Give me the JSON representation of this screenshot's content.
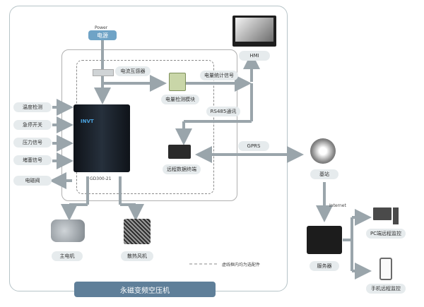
{
  "power": {
    "label_en": "Power",
    "label_cn": "电源"
  },
  "current_transformer": "电流互感器",
  "energy_module": "电量检测模块",
  "energy_signal": "电量统计信号",
  "rs485": "RS485通讯",
  "hmi": "HMI",
  "remote_terminal": "远程数据终端",
  "gprs": "GPRS",
  "base_station": "基站",
  "internet": "Internet",
  "server": "服务器",
  "pc_monitor": "PC端远程监控",
  "phone_monitor": "手机远程监控",
  "inputs": [
    "温度检测",
    "急停开关",
    "压力信号",
    "堵塞信号"
  ],
  "output": "电磁阀",
  "inverter_model": "GD300-21",
  "inverter_brand": "INVT",
  "main_motor": "主电机",
  "cooling_fan": "散热风机",
  "legend_note": "虚线框内均为选配件",
  "system_title": "永磁变频空压机",
  "colors": {
    "arrow": "#9aa5ab",
    "label_bg": "#e6ebed",
    "power_bg": "#6fa3c6",
    "title_bg": "#5f7f99"
  }
}
